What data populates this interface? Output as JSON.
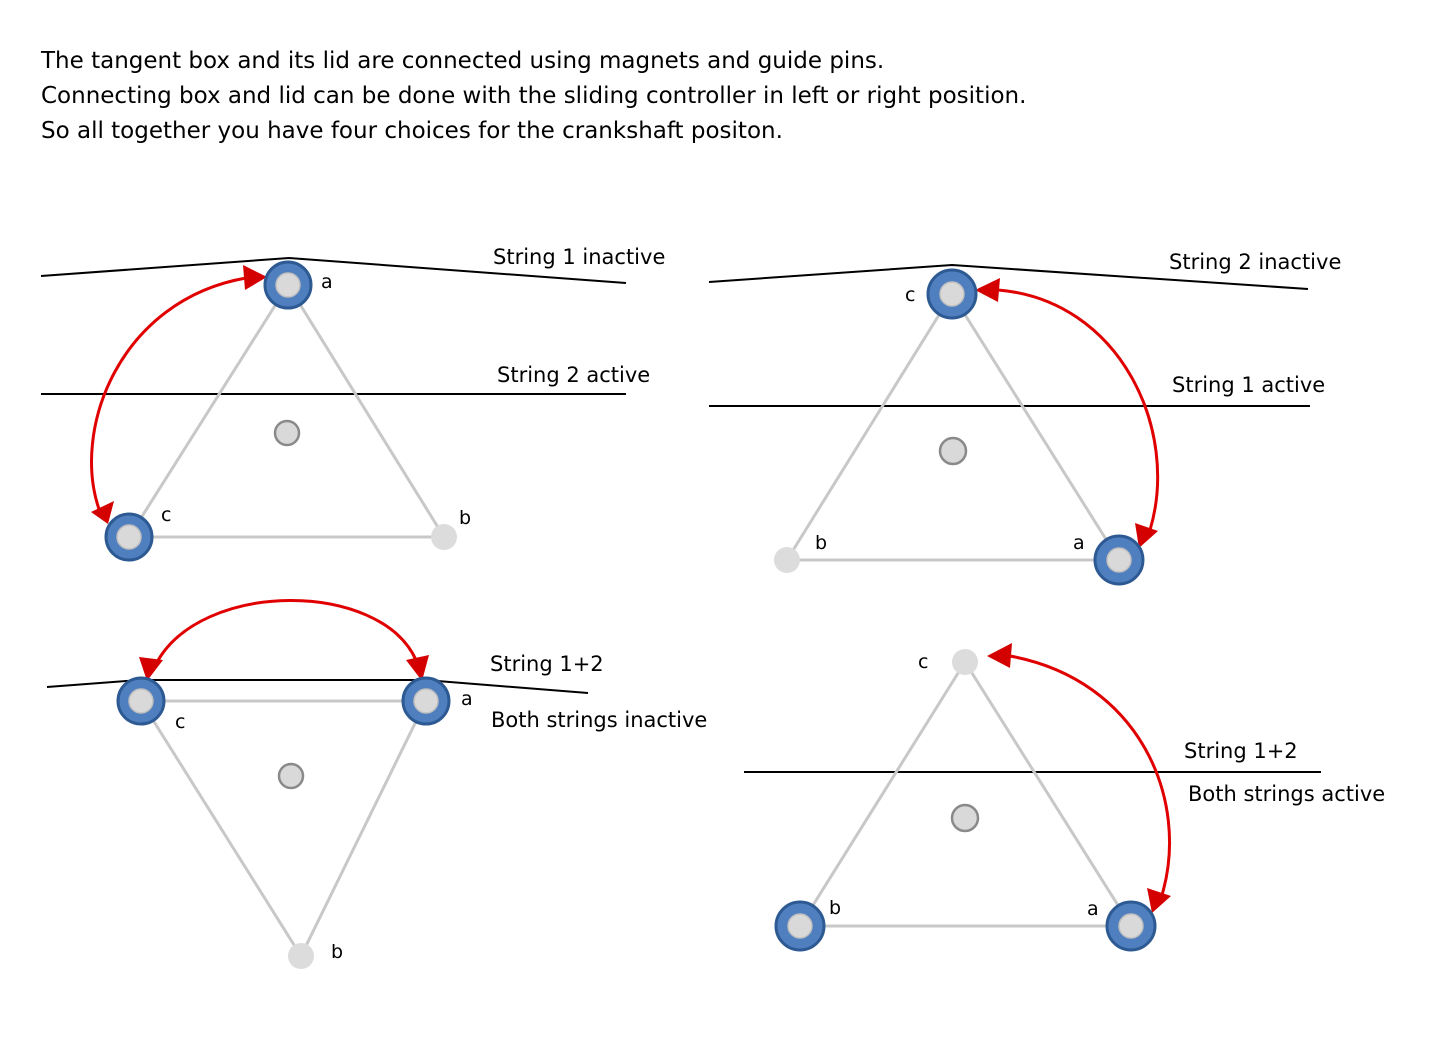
{
  "intro": {
    "line1": "The tangent box and its lid are connected using magnets and guide pins.",
    "line2": "Connecting box and lid can be done with the sliding controller in left or right position.",
    "line3": "So all together you have four choices for the crankshaft positon."
  },
  "panels": {
    "top_left": {
      "string_top": "String 1 inactive",
      "string_mid": "String 2 active",
      "pt_a": "a",
      "pt_b": "b",
      "pt_c": "c"
    },
    "top_right": {
      "string_top": "String 2 inactive",
      "string_mid": "String 1 active",
      "pt_a": "a",
      "pt_b": "b",
      "pt_c": "c"
    },
    "bottom_left": {
      "string_label": "String 1+2",
      "state_label": "Both strings inactive",
      "pt_a": "a",
      "pt_b": "b",
      "pt_c": "c"
    },
    "bottom_right": {
      "string_label": "String 1+2",
      "state_label": "Both strings active",
      "pt_a": "a",
      "pt_b": "b",
      "pt_c": "c"
    }
  },
  "colors": {
    "arrow": "#e00000",
    "active_ring": "#4f7fbf",
    "pin": "#d9d9d9",
    "triangle": "#c8c8c8"
  }
}
